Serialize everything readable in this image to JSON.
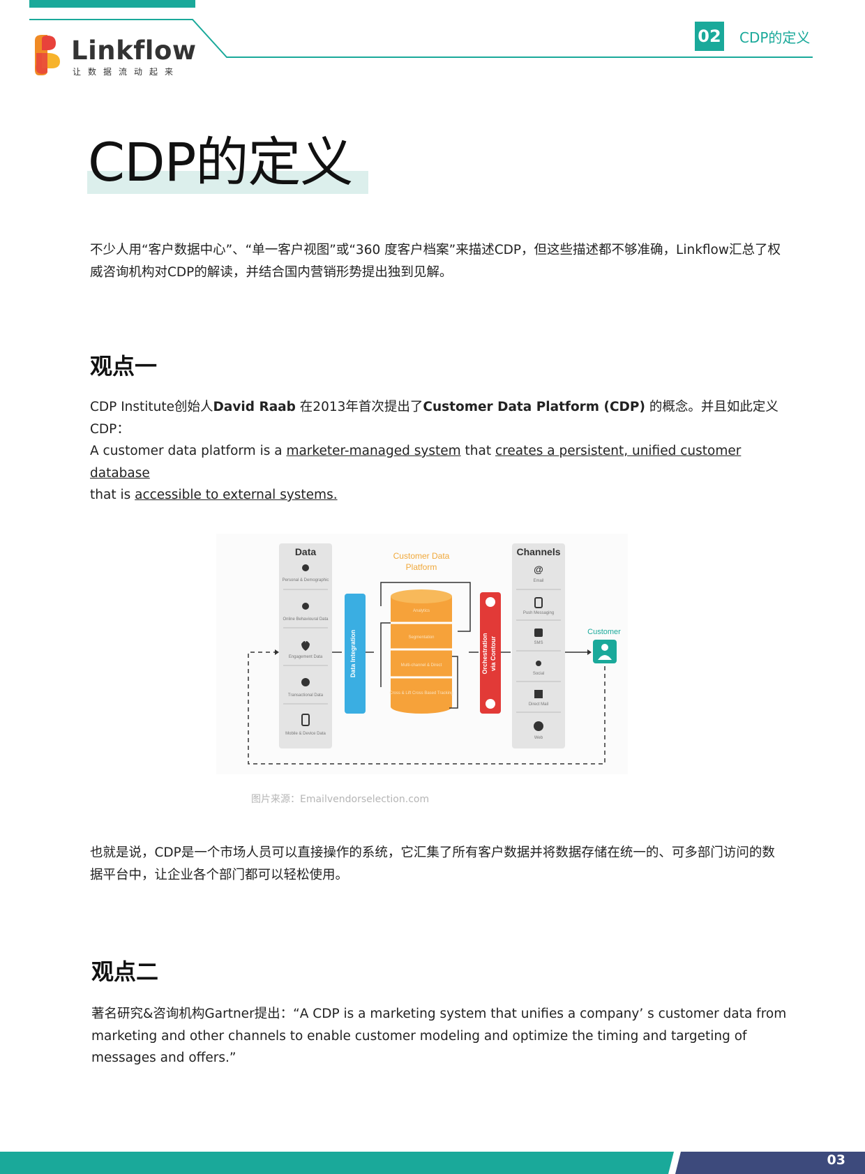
{
  "header": {
    "logo_word": "Linkflow",
    "logo_tagline": "让数据流动起来",
    "chapter_number": "02",
    "chapter_title": "CDP的定义"
  },
  "colors": {
    "brand_teal": "#1aa99a",
    "footer_navy": "#3d4a7c",
    "title_highlight": "#dcefec"
  },
  "title": "CDP的定义",
  "intro": "不少人用“客户数据中心”、“单一客户视图”或“360 度客户档案”来描述CDP，但这些描述都不够准确，Linkflow汇总了权威咨询机构对CDP的解读，并结合国内营销形势提出独到见解。",
  "point_one": {
    "heading": "观点一",
    "s1": "CDP Institute创始人",
    "s2": "David Raab",
    "s3": " 在2013年首次提出了",
    "s4": "Customer Data Platform (CDP)",
    "s5": " 的概念。并且如此定义CDP：",
    "s6": "A customer data platform is a ",
    "s7": "marketer-managed system",
    "s8": " that ",
    "s9": "creates a persistent, unified customer database",
    "s10": " that is ",
    "s11": "accessible to external systems. "
  },
  "diagram": {
    "data_title": "Data",
    "data_items": [
      "Personal & Demographic",
      "Online Behavioural Data",
      "Engagement Data",
      "Transactional Data",
      "Mobile & Device Data"
    ],
    "integration_label": "Data Integration",
    "cdp_title_1": "Customer Data",
    "cdp_title_2": "Platform",
    "cdp_layers": [
      "Analytics",
      "Segmentation",
      "Multi-channel & Direct",
      "Cross & Lift Cross Based Tracking"
    ],
    "orchestration_1": "Orchestration",
    "orchestration_2": "via Contour",
    "channels_title": "Channels",
    "channel_items": [
      "Email",
      "Push Messaging",
      "SMS",
      "Social",
      "Direct Mail",
      "Web"
    ],
    "customer_label": "Customer"
  },
  "caption": "图片来源：Emailvendorselection.com",
  "summary": "也就是说，CDP是一个市场人员可以直接操作的系统，它汇集了所有客户数据并将数据存储在统一的、可多部门访问的数据平台中，让企业各个部门都可以轻松使用。",
  "point_two": {
    "heading": "观点二",
    "text": "著名研究&咨询机构Gartner提出：“A CDP is a marketing system that unifies a company’ s customer data from marketing and other channels to enable customer modeling and optimize the timing and targeting of messages and offers.”"
  },
  "footer": {
    "page_number": "03"
  }
}
